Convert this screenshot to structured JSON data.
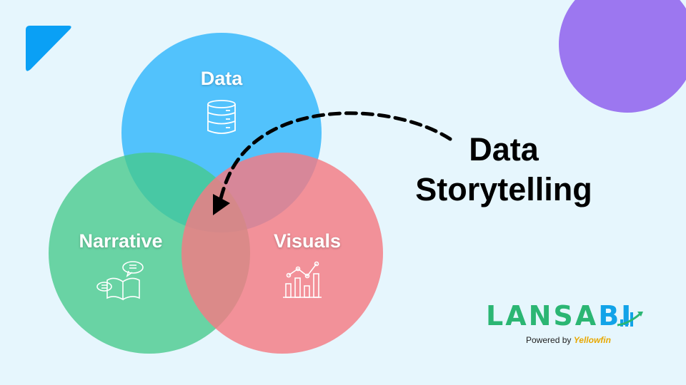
{
  "labels": {
    "data": "Data",
    "narrative": "Narrative",
    "visuals": "Visuals"
  },
  "title": {
    "line1": "Data",
    "line2": "Storytelling"
  },
  "logo": {
    "brand": "LANSA",
    "bi": "BI",
    "powered_prefix": "Powered by",
    "powered_brand": "Yellowfin"
  },
  "colors": {
    "data": "#52c2fc",
    "narrative": "#5fd39c",
    "visuals": "#f48990",
    "accent_purple": "#9c77f0",
    "corner_blue": "#0aa0f5"
  }
}
